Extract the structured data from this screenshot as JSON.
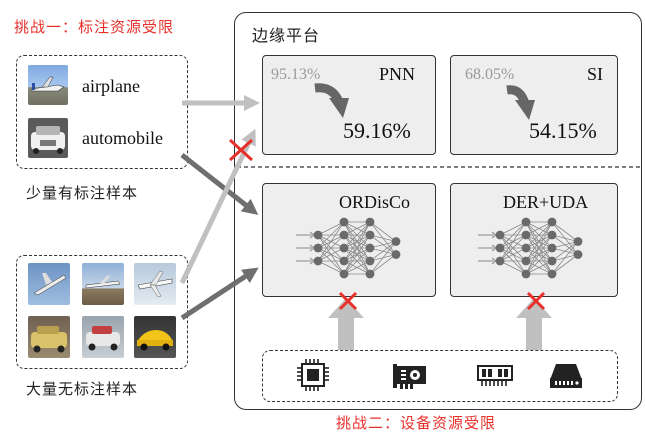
{
  "challenge_label": "挑战一：标注资源受限",
  "challenge_device": "挑战二：设备资源受限",
  "platform_title": "边缘平台",
  "labeled": {
    "caption": "少量有标注样本",
    "items": [
      {
        "label": "airplane"
      },
      {
        "label": "automobile"
      }
    ]
  },
  "unlabeled": {
    "caption": "大量无标注样本"
  },
  "metrics": [
    {
      "name": "PNN",
      "from": "95.13%",
      "to": "59.16%"
    },
    {
      "name": "SI",
      "from": "68.05%",
      "to": "54.15%"
    }
  ],
  "networks": [
    {
      "name": "ORDisCo"
    },
    {
      "name": "DER+UDA"
    }
  ],
  "devices": [
    {
      "icon": "cpu-chip-icon"
    },
    {
      "icon": "gpu-card-icon"
    },
    {
      "icon": "memory-module-icon"
    },
    {
      "icon": "storage-drive-icon"
    }
  ],
  "colors": {
    "challenge_red": "#e8302b",
    "cross_red": "#e8302b",
    "arrow_light": "#c0c0c0",
    "arrow_dark": "#6f6f6f",
    "card_fill": "#eeeeee"
  }
}
